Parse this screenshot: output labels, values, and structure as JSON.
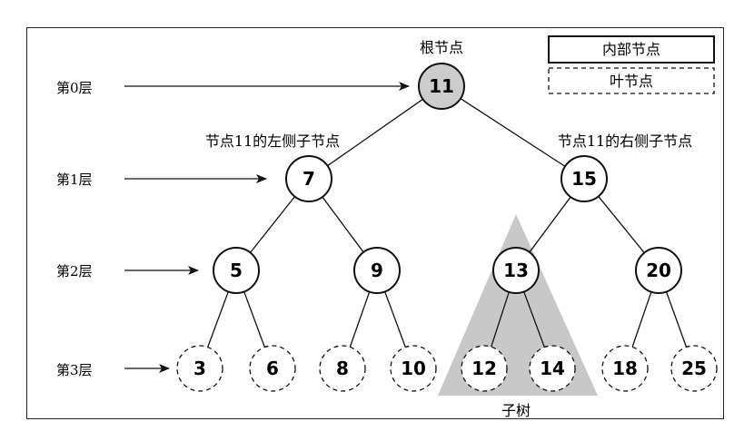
{
  "labels": {
    "root": "根节点",
    "left_child": "节点11的左侧子节点",
    "right_child": "节点11的右侧子节点",
    "subtree": "子树"
  },
  "legend": {
    "internal": "内部节点",
    "leaf": "叶节点"
  },
  "levels": [
    "第0层",
    "第1层",
    "第2层",
    "第3层"
  ],
  "colors": {
    "root_fill": "#cccccc",
    "subtree_fill": "#c8c8c8",
    "stroke": "#111111"
  },
  "nodes": [
    {
      "key": "11",
      "level": 0,
      "kind": "root"
    },
    {
      "key": "7",
      "level": 1,
      "kind": "internal"
    },
    {
      "key": "15",
      "level": 1,
      "kind": "internal"
    },
    {
      "key": "5",
      "level": 2,
      "kind": "internal"
    },
    {
      "key": "9",
      "level": 2,
      "kind": "internal"
    },
    {
      "key": "13",
      "level": 2,
      "kind": "internal"
    },
    {
      "key": "20",
      "level": 2,
      "kind": "internal"
    },
    {
      "key": "3",
      "level": 3,
      "kind": "leaf"
    },
    {
      "key": "6",
      "level": 3,
      "kind": "leaf"
    },
    {
      "key": "8",
      "level": 3,
      "kind": "leaf"
    },
    {
      "key": "10",
      "level": 3,
      "kind": "leaf"
    },
    {
      "key": "12",
      "level": 3,
      "kind": "leaf"
    },
    {
      "key": "14",
      "level": 3,
      "kind": "leaf"
    },
    {
      "key": "18",
      "level": 3,
      "kind": "leaf"
    },
    {
      "key": "25",
      "level": 3,
      "kind": "leaf"
    }
  ],
  "edges": [
    [
      "11",
      "7"
    ],
    [
      "11",
      "15"
    ],
    [
      "7",
      "5"
    ],
    [
      "7",
      "9"
    ],
    [
      "15",
      "13"
    ],
    [
      "15",
      "20"
    ],
    [
      "5",
      "3"
    ],
    [
      "5",
      "6"
    ],
    [
      "9",
      "8"
    ],
    [
      "9",
      "10"
    ],
    [
      "13",
      "12"
    ],
    [
      "13",
      "14"
    ],
    [
      "20",
      "18"
    ],
    [
      "20",
      "25"
    ]
  ]
}
